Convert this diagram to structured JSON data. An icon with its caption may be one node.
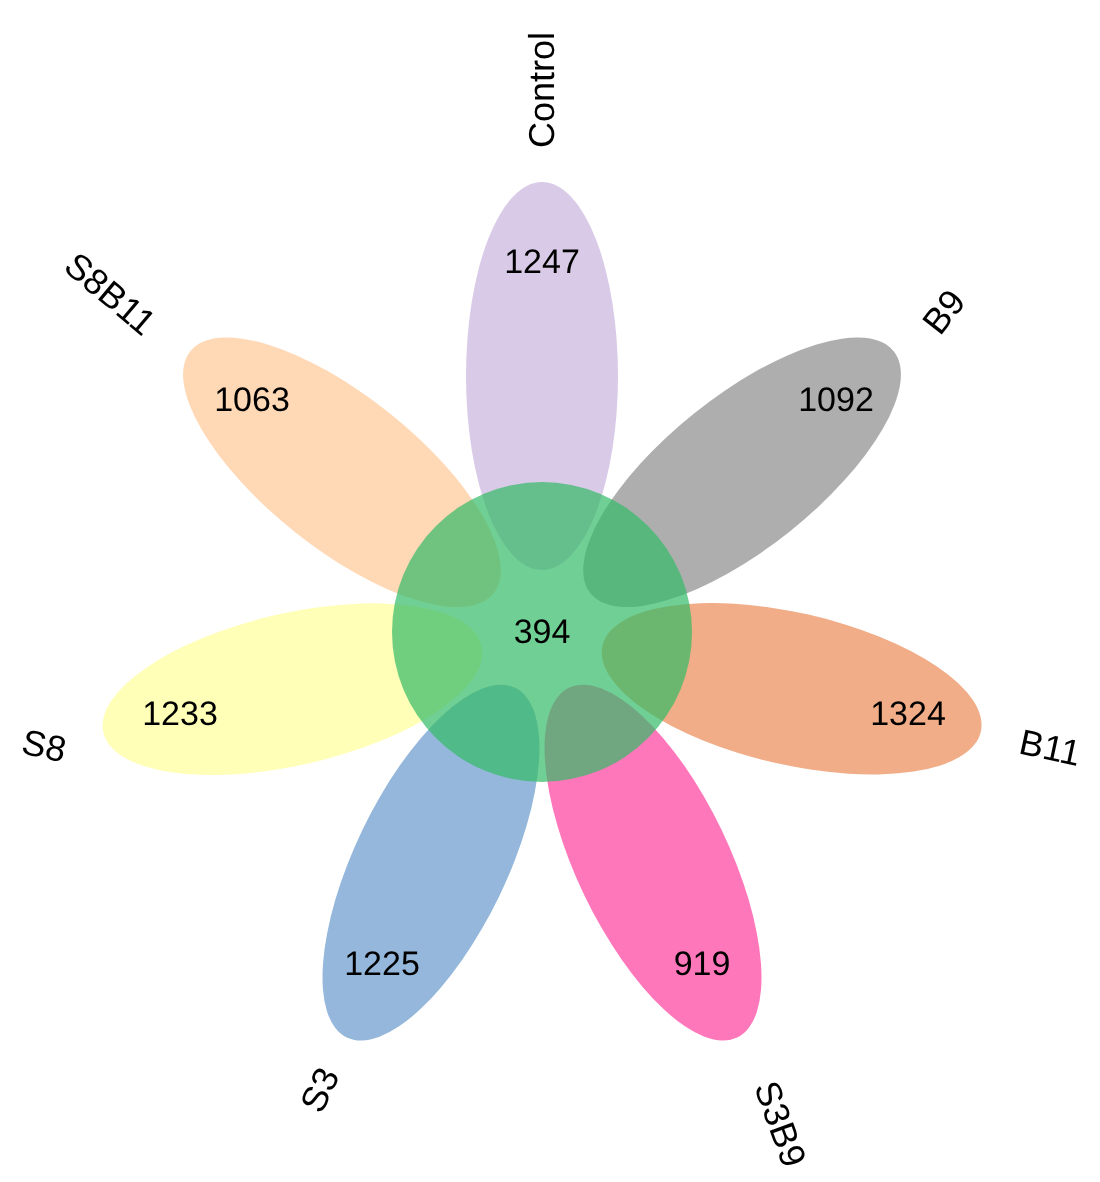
{
  "diagram": {
    "nodes": [
      {
        "text": [
          "Control",
          "1247"
        ]
      },
      {
        "text": [
          "B9",
          "1092"
        ]
      },
      {
        "text": [
          "B11",
          "1324"
        ]
      },
      {
        "text": [
          "S3B9",
          "919"
        ]
      },
      {
        "text": [
          "S3",
          "1225"
        ]
      },
      {
        "text": [
          "S8",
          "1233"
        ]
      },
      {
        "text": [
          "S8B11",
          "1063"
        ]
      },
      {
        "text": [
          "394"
        ]
      }
    ]
  }
}
